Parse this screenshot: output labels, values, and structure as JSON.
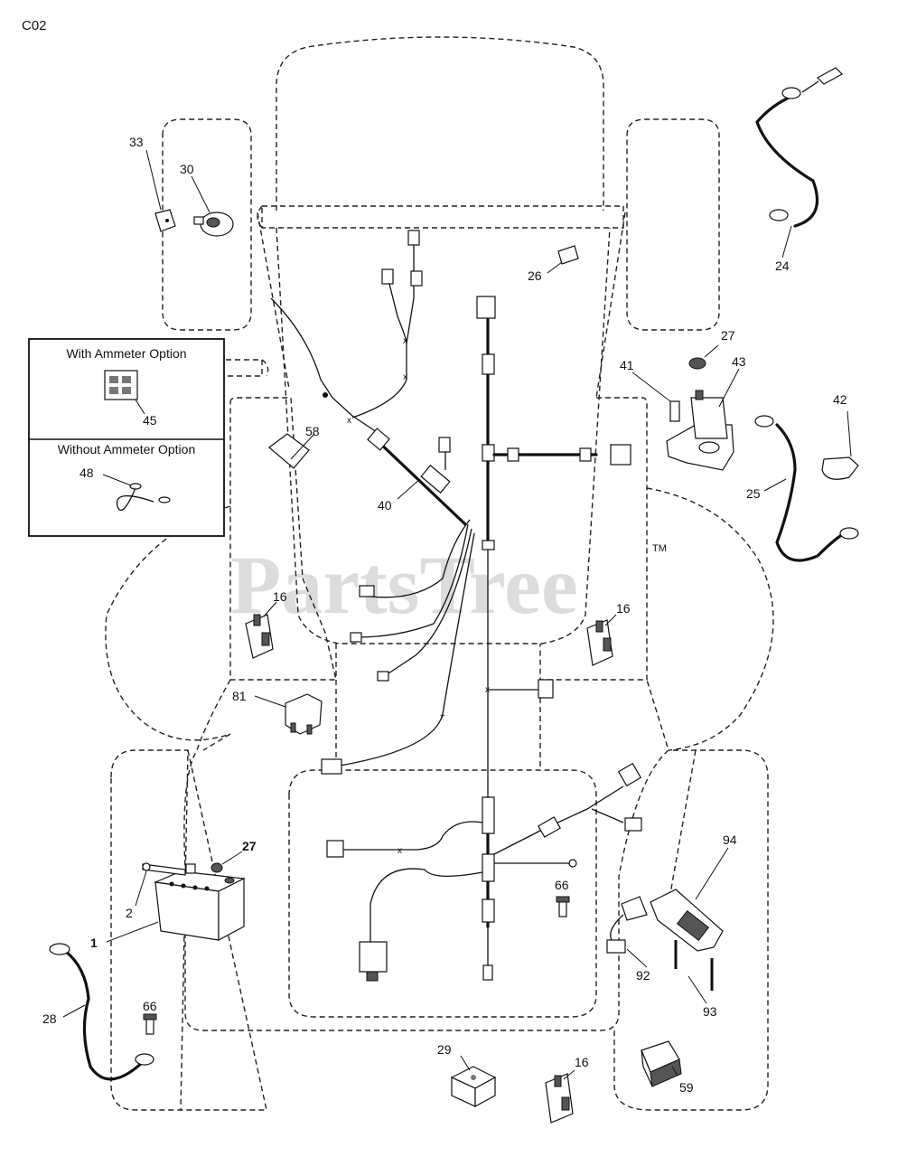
{
  "diagram": {
    "page_code": "C02",
    "watermark": "PartsTree",
    "watermark_tm": "TM",
    "inset": {
      "option_with": "With Ammeter Option",
      "option_without": "Without Ammeter Option"
    },
    "callouts": {
      "c1": "1",
      "c2": "2",
      "c16a": "16",
      "c16b": "16",
      "c16c": "16",
      "c24": "24",
      "c25": "25",
      "c26": "26",
      "c27a": "27",
      "c27b": "27",
      "c28": "28",
      "c29": "29",
      "c30": "30",
      "c33": "33",
      "c40": "40",
      "c41": "41",
      "c42": "42",
      "c43": "43",
      "c45": "45",
      "c48": "48",
      "c58": "58",
      "c59": "59",
      "c66a": "66",
      "c66b": "66",
      "c81": "81",
      "c92": "92",
      "c93": "93",
      "c94": "94"
    }
  }
}
